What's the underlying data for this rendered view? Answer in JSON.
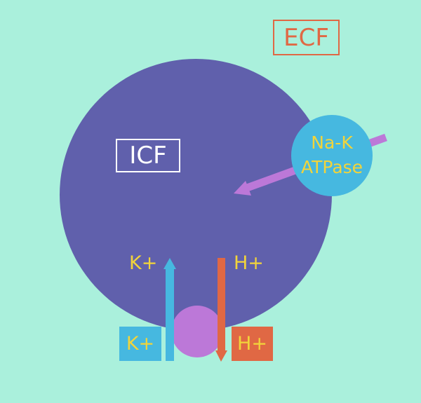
{
  "labels": {
    "ecf": "ECF",
    "icf": "ICF",
    "pump_line1": "Na-K",
    "pump_line2": "ATPase",
    "k_inside": "K+",
    "h_inside": "H+",
    "k_outside": "K+",
    "h_outside": "H+"
  },
  "colors": {
    "background": "#aaf0dc",
    "cell": "#6060ac",
    "pump": "#46b8e0",
    "exchanger": "#bc78d8",
    "potassium": "#46b8e0",
    "hydrogen": "#e06844",
    "text": "#f2d43a"
  }
}
